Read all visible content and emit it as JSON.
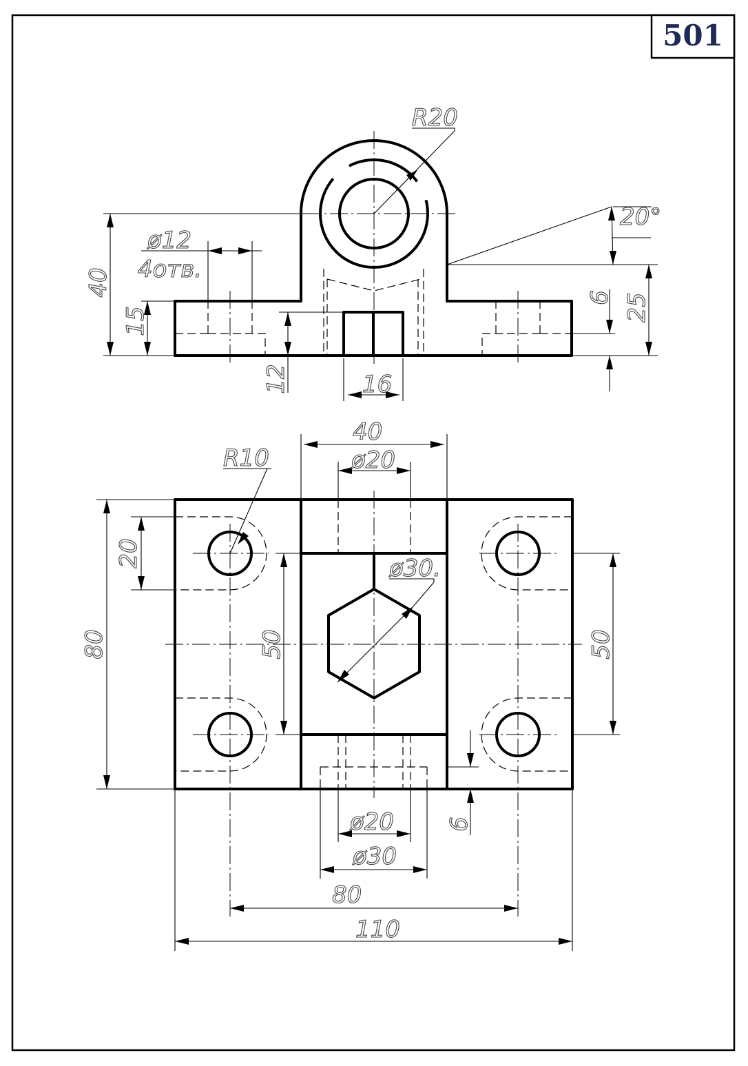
{
  "sheet": {
    "number": "501"
  },
  "front_view": {
    "radius_label": "R20",
    "angle_label": "20°",
    "hole_diameter_label": "ø12",
    "hole_count_label": "4отв.",
    "height_total": "40",
    "height_base": "15",
    "slot_height": "12",
    "slot_width": "16",
    "step_height": "6",
    "side_height": "25"
  },
  "top_view": {
    "width_top": "40",
    "radius_label": "R10",
    "bore_diameter_top": "ø20",
    "hex_diameter": "ø30.",
    "hole_spacing_left": "20",
    "overall_depth": "80",
    "inner_depth": "50",
    "right_depth": "50",
    "bottom_step": "6",
    "bore_diameter_bottom": "ø20",
    "counterbore_diameter": "ø30",
    "hole_pitch": "80",
    "overall_width": "110"
  }
}
